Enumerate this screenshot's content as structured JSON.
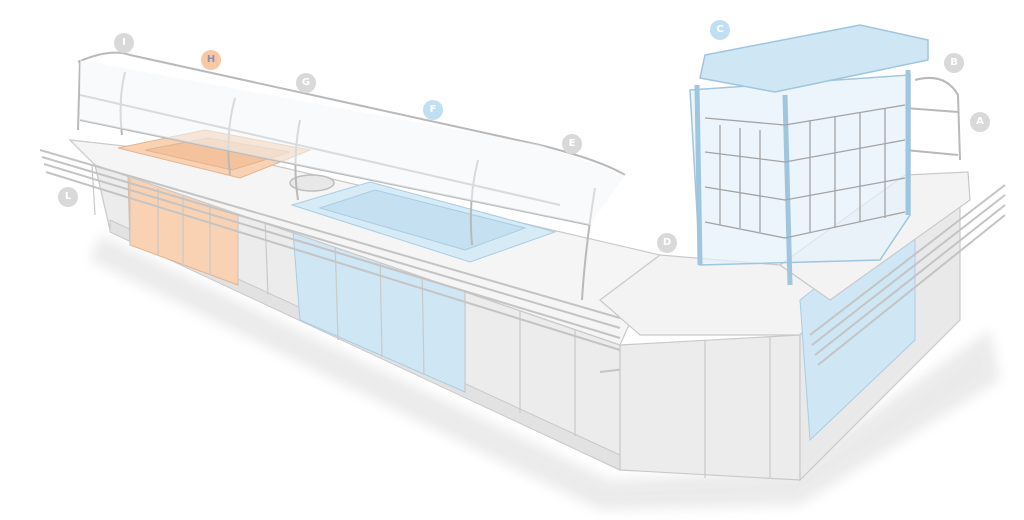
{
  "colors": {
    "outline": "#c9c9c9",
    "module_fill": "#ededed",
    "top_fill": "#f6f6f6",
    "highlight_orange": "#f9d2b4",
    "highlight_blue": "#cfe6f4",
    "marker_gray": "#d9d9d9",
    "marker_orange": "#f7c8a3",
    "marker_blue": "#bfe0f2",
    "marker_orange_text": "#8a8fb5",
    "marker_blue_text": "#ffffff"
  },
  "markers": {
    "A": {
      "text": "A",
      "highlight": "none"
    },
    "B": {
      "text": "B",
      "highlight": "none"
    },
    "C": {
      "text": "C",
      "highlight": "blue"
    },
    "D": {
      "text": "D",
      "highlight": "none"
    },
    "E": {
      "text": "E",
      "highlight": "none"
    },
    "F": {
      "text": "F",
      "highlight": "blue"
    },
    "G": {
      "text": "G",
      "highlight": "none"
    },
    "H": {
      "text": "H",
      "highlight": "orange"
    },
    "I": {
      "text": "I",
      "highlight": "none"
    },
    "L": {
      "text": "L",
      "highlight": "none"
    }
  }
}
